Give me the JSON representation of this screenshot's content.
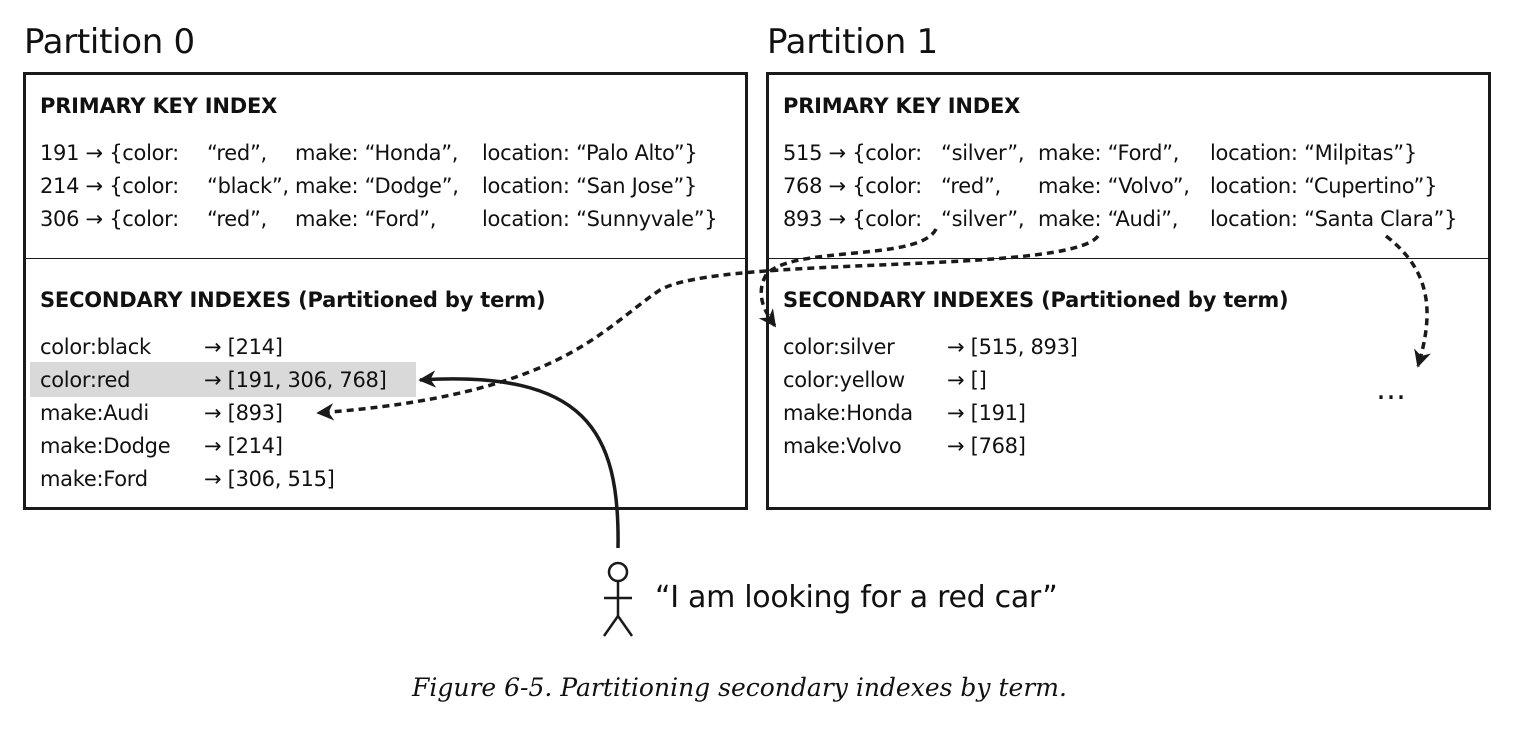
{
  "partitions": [
    {
      "title": "Partition 0",
      "primary_heading": "PRIMARY KEY INDEX",
      "primary_rows": [
        {
          "id": "191 → {color:",
          "color": "“red”,",
          "make": "make: “Honda”,",
          "location": "location: “Palo Alto”}"
        },
        {
          "id": "214 → {color:",
          "color": "“black”,",
          "make": "make: “Dodge”,",
          "location": "location: “San Jose”}"
        },
        {
          "id": "306 → {color:",
          "color": "“red”,",
          "make": "make: “Ford”,",
          "location": "location: “Sunnyvale”}"
        }
      ],
      "secondary_heading": "SECONDARY INDEXES (Partitioned by term)",
      "secondary_rows": [
        {
          "term": "color:black",
          "ids": "→ [214]"
        },
        {
          "term": "color:red",
          "ids": "→ [191, 306, 768]"
        },
        {
          "term": "make:Audi",
          "ids": "→ [893]"
        },
        {
          "term": "make:Dodge",
          "ids": "→ [214]"
        },
        {
          "term": "make:Ford",
          "ids": "→ [306, 515]"
        }
      ]
    },
    {
      "title": "Partition 1",
      "primary_heading": "PRIMARY KEY INDEX",
      "primary_rows": [
        {
          "id": "515 → {color:",
          "color": "“silver”,",
          "make": "make: “Ford”,",
          "location": "location: “Milpitas”}"
        },
        {
          "id": "768 → {color:",
          "color": "“red”,",
          "make": "make: “Volvo”,",
          "location": "location: “Cupertino”}"
        },
        {
          "id": "893 → {color:",
          "color": "“silver”,",
          "make": "make: “Audi”,",
          "location": "location: “Santa Clara”}"
        }
      ],
      "secondary_heading": "SECONDARY INDEXES (Partitioned by term)",
      "secondary_rows": [
        {
          "term": "color:silver",
          "ids": "→ [515, 893]"
        },
        {
          "term": "color:yellow",
          "ids": "→ []"
        },
        {
          "term": "make:Honda",
          "ids": "→ [191]"
        },
        {
          "term": "make:Volvo",
          "ids": "→ [768]"
        }
      ],
      "ellipsis": "…"
    }
  ],
  "highlight_color": "#d9d9d9",
  "user_icon": "stick-figure-icon",
  "user_quote": "“I am looking for a red car”",
  "caption": "Figure 6-5. Partitioning secondary indexes by term."
}
